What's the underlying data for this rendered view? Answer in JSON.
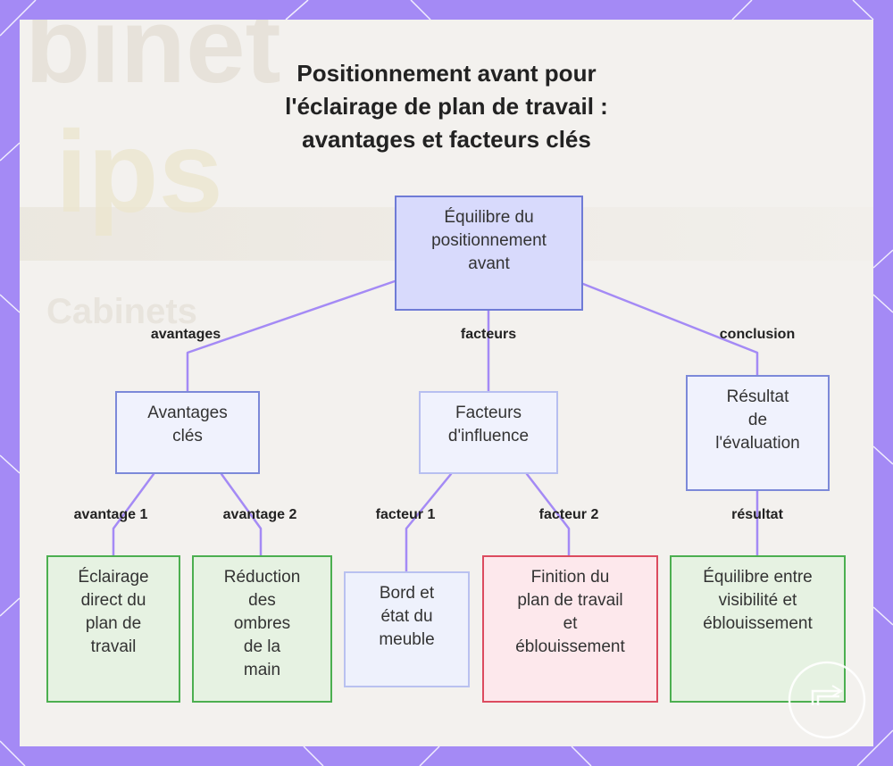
{
  "title": {
    "line1": "Positionnement avant pour",
    "line2": "l'éclairage de plan de travail :",
    "line3": "avantages et facteurs clés"
  },
  "background": {
    "word1": "binet",
    "word2": "ips",
    "word3": "Cabinets"
  },
  "nodes": {
    "root": [
      "Équilibre du",
      "positionnement",
      "avant"
    ],
    "avantages": [
      "Avantages",
      "clés"
    ],
    "facteurs": [
      "Facteurs",
      "d'influence"
    ],
    "resultat": [
      "Résultat",
      "de",
      "l'évaluation"
    ],
    "eclairage": [
      "Éclairage",
      "direct du",
      "plan de",
      "travail"
    ],
    "reduction": [
      "Réduction",
      "des",
      "ombres",
      "de la",
      "main"
    ],
    "bord": [
      "Bord et",
      "état du",
      "meuble"
    ],
    "finition": [
      "Finition du",
      "plan de travail",
      "et",
      "éblouissement"
    ],
    "equilibre": [
      "Équilibre entre",
      "visibilité et",
      "éblouissement"
    ]
  },
  "edges": {
    "avantages": "avantages",
    "facteurs": "facteurs",
    "conclusion": "conclusion",
    "avantage1": "avantage 1",
    "avantage2": "avantage 2",
    "facteur1": "facteur 1",
    "facteur2": "facteur 2",
    "resultat": "résultat"
  },
  "colors": {
    "frame": "#a48af5",
    "connector": "#a48af5",
    "root_fill": "#d8dafc",
    "green_border": "#4caf50",
    "red_border": "#dc4b5f"
  }
}
